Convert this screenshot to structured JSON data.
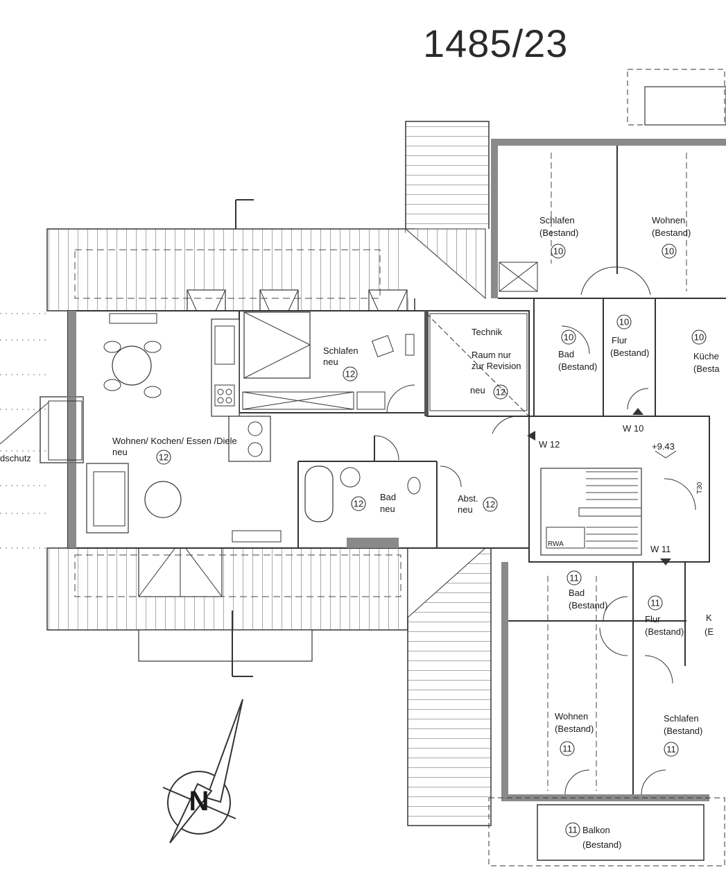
{
  "document_number": "1485/23",
  "rooms": {
    "schlafen_bestand_10": {
      "name": "Schlafen",
      "status": "(Bestand)",
      "unit": "10"
    },
    "wohnen_bestand_10": {
      "name": "Wohnen",
      "status": "(Bestand)",
      "unit": "10"
    },
    "technik": {
      "name": "Technik"
    },
    "raum_revision": {
      "line1": "Raum nur",
      "line2": "zur Revision",
      "status": "neu",
      "unit": "12"
    },
    "bad_bestand_10": {
      "name": "Bad",
      "status": "(Bestand)",
      "unit": "10"
    },
    "flur_bestand_10": {
      "name": "Flur",
      "status": "(Bestand)",
      "unit": "10"
    },
    "kueche_bestand_10": {
      "name": "Küche",
      "status": "(Besta",
      "unit": "10"
    },
    "schlafen_neu_12": {
      "name": "Schlafen",
      "status": "neu",
      "unit": "12"
    },
    "wohnen_kochen_12": {
      "name": "Wohnen/ Kochen/ Essen /Diele",
      "status": "neu",
      "unit": "12"
    },
    "bad_neu_12": {
      "name": "Bad",
      "status": "neu",
      "unit": "12"
    },
    "abst_neu_12": {
      "name": "Abst.",
      "status": "neu",
      "unit": "12"
    },
    "bad_bestand_11": {
      "name": "Bad",
      "status": "(Bestand)",
      "unit": "11"
    },
    "flur_bestand_11": {
      "name": "Flur",
      "status": "(Bestand)",
      "unit": "11"
    },
    "wohnen_bestand_11": {
      "name": "Wohnen",
      "status": "(Bestand)",
      "unit": "11"
    },
    "schlafen_bestand_11": {
      "name": "Schlafen",
      "status": "(Bestand)",
      "unit": "11"
    },
    "balkon_bestand_11": {
      "name": "Balkon",
      "status": "(Bestand)",
      "unit": "11"
    },
    "kueche_11_partial": {
      "line1": "K",
      "line2": "(E"
    }
  },
  "markers": {
    "w10": "W 10",
    "w11": "W 11",
    "w12": "W 12",
    "level": "+9.43",
    "t30": "T30",
    "rwa": "RWA",
    "dschutz": "dschutz"
  },
  "compass": {
    "letter": "N"
  }
}
